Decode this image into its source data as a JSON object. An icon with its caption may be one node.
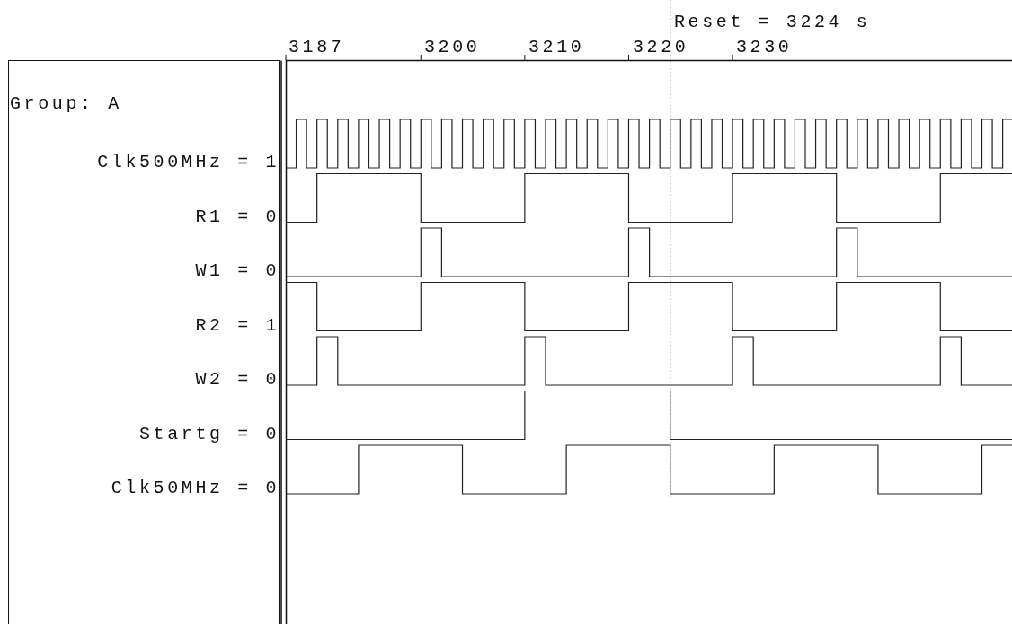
{
  "diagram": {
    "nodes": [
      {
        "text": [
          "Group: A",
          "Clk500MHz = 1",
          "R1 = 0",
          "W1 = 0",
          "R2 = 1",
          "W2 = 0",
          "Startg = 0",
          "Clk50MHz = 0"
        ]
      }
    ],
    "labels": [
      "Reset = 3224 s",
      "3187",
      "3200",
      "3210",
      "3220",
      "3230"
    ]
  }
}
